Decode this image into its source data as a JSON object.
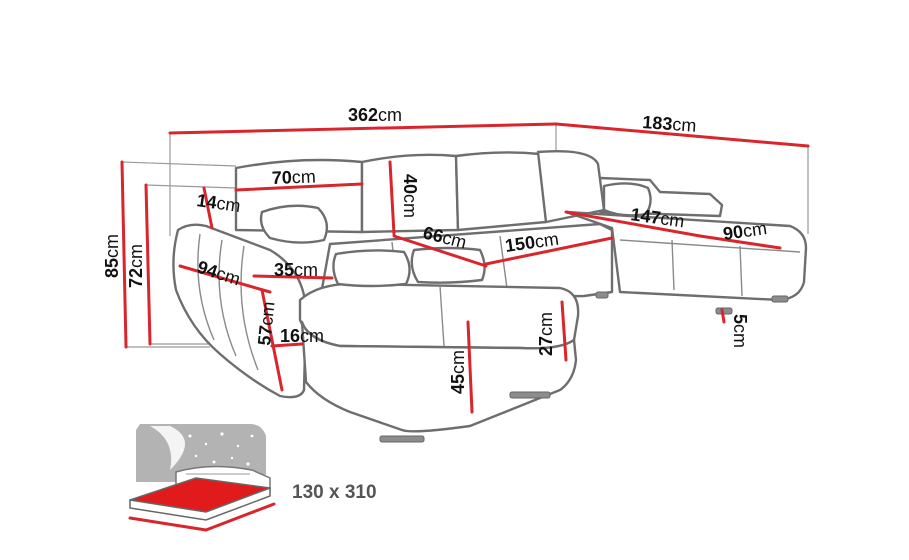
{
  "dimensions": {
    "total_width": {
      "value": "362",
      "unit": "cm"
    },
    "right_depth": {
      "value": "183",
      "unit": "cm"
    },
    "total_height": {
      "value": "85",
      "unit": "cm"
    },
    "seat_back_height": {
      "value": "72",
      "unit": "cm"
    },
    "back_cushion_width": {
      "value": "70",
      "unit": "cm"
    },
    "armrest_width": {
      "value": "14",
      "unit": "cm"
    },
    "back_height": {
      "value": "40",
      "unit": "cm"
    },
    "seat_depth": {
      "value": "66",
      "unit": "cm"
    },
    "center_seat_width": {
      "value": "150",
      "unit": "cm"
    },
    "right_seat_width": {
      "value": "147",
      "unit": "cm"
    },
    "right_seat_depth": {
      "value": "90",
      "unit": "cm"
    },
    "left_depth": {
      "value": "94",
      "unit": "cm"
    },
    "left_seat_depth": {
      "value": "35",
      "unit": "cm"
    },
    "arm_height": {
      "value": "57",
      "unit": "cm"
    },
    "arm_thickness": {
      "value": "16",
      "unit": "cm"
    },
    "chaise_height": {
      "value": "45",
      "unit": "cm"
    },
    "chaise_front_height": {
      "value": "27",
      "unit": "cm"
    },
    "leg_height": {
      "value": "5",
      "unit": "cm"
    }
  },
  "sleeping_area": "130 x 310",
  "colors": {
    "dimension_line": "#d9262c",
    "outline": "#6e6e6e",
    "bed_surface": "#e11b1b"
  },
  "icons": [
    "sleeping-function-icon"
  ]
}
